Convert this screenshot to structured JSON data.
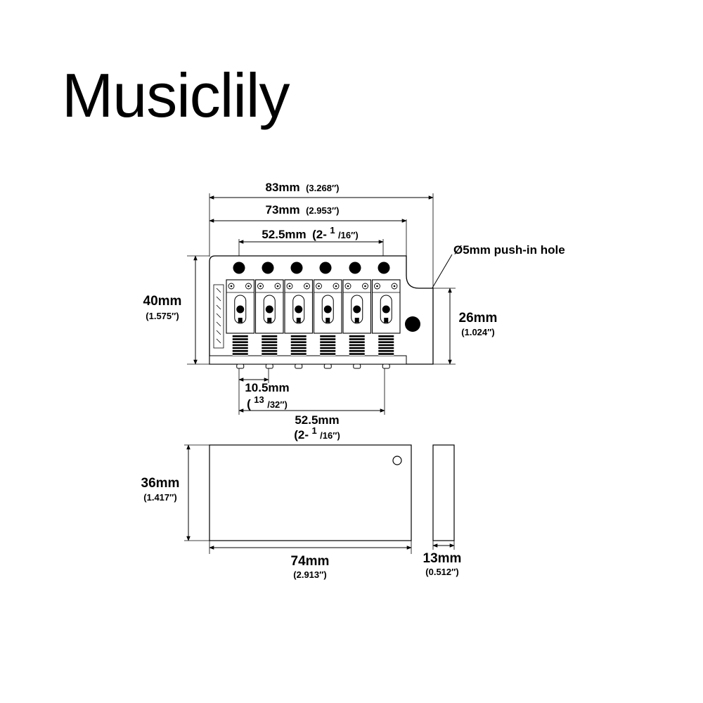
{
  "brand": "Musiclily",
  "bridge": {
    "width_total": {
      "mm": "83mm",
      "inch": "(3.268″)"
    },
    "width_base": {
      "mm": "73mm",
      "inch": "(2.953″)"
    },
    "screw_span": {
      "mm": "52.5mm",
      "inch_whole": "(2-",
      "inch_num": "1",
      "inch_den": "/16″)"
    },
    "push_hole": "Ø5mm push-in hole",
    "height": {
      "mm": "40mm",
      "inch": "(1.575″)"
    },
    "step_height": {
      "mm": "26mm",
      "inch": "(1.024″)"
    },
    "string_spacing": {
      "mm": "10.5mm",
      "inch_open": "(",
      "inch_num": "13",
      "inch_den": "/32″)"
    },
    "string_span": {
      "mm": "52.5mm",
      "inch_whole": "(2-",
      "inch_num": "1",
      "inch_den": "/16″)"
    }
  },
  "block": {
    "height": {
      "mm": "36mm",
      "inch": "(1.417″)"
    },
    "width": {
      "mm": "74mm",
      "inch": "(2.913″)"
    },
    "depth": {
      "mm": "13mm",
      "inch": "(0.512″)"
    }
  },
  "saddle_count": 6
}
